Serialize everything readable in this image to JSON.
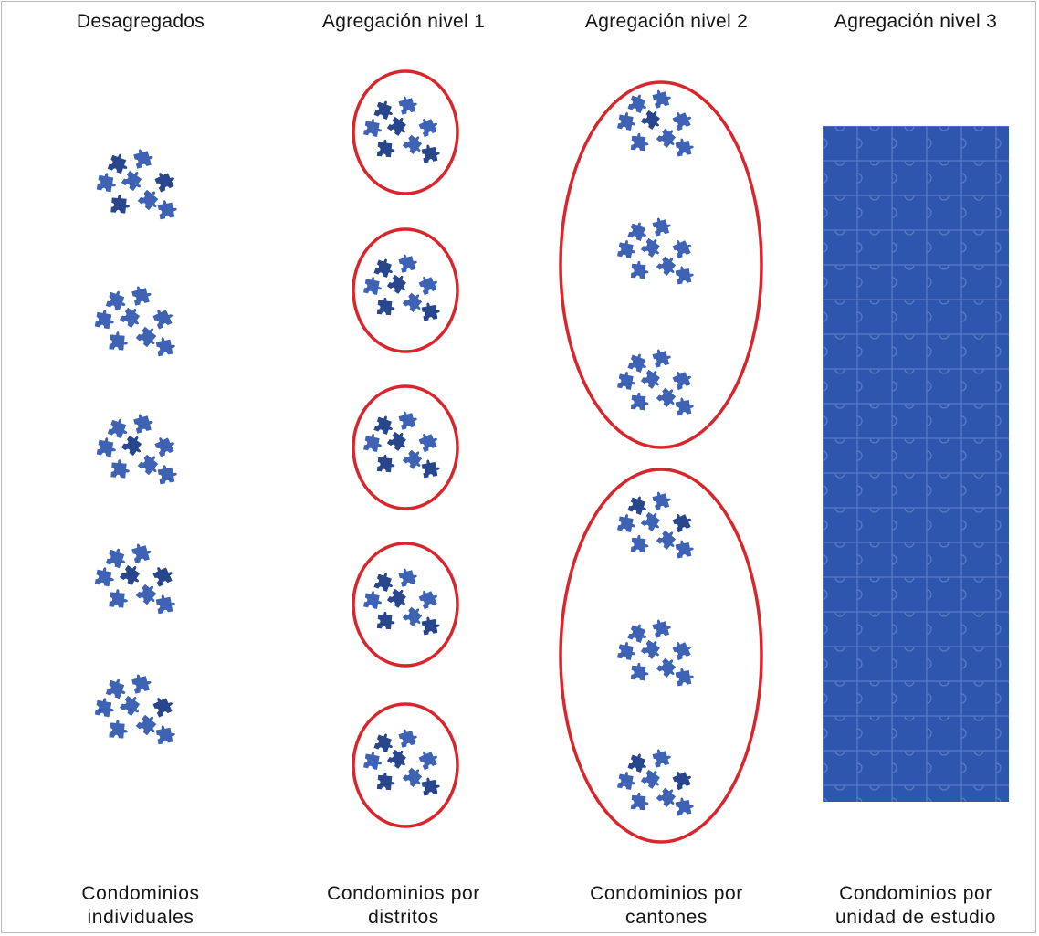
{
  "columns": [
    {
      "header": "Desagregados",
      "footer_lines": [
        "Condominios",
        "individuales"
      ]
    },
    {
      "header": "Agregación nivel 1",
      "footer_lines": [
        "Condominios por",
        "distritos"
      ]
    },
    {
      "header": "Agregación nivel 2",
      "footer_lines": [
        "Condominios por",
        "cantones"
      ]
    },
    {
      "header": "Agregación nivel 3",
      "footer_lines": [
        "Condominios por",
        "unidad de estudio"
      ]
    }
  ],
  "colors": {
    "puzzle_piece": "#3f63b4",
    "puzzle_piece_dark": "#28468c",
    "grouping_ellipse": "#d8262c",
    "aggregated_block": "#2f56ae",
    "aggregated_block_lines": "#5a7cc6",
    "frame": "#b9b9b9"
  },
  "icons": {
    "piece_cluster": "puzzle-pieces-icon",
    "grouping": "red-ellipse-outline",
    "merged_block": "merged-puzzle-block"
  }
}
